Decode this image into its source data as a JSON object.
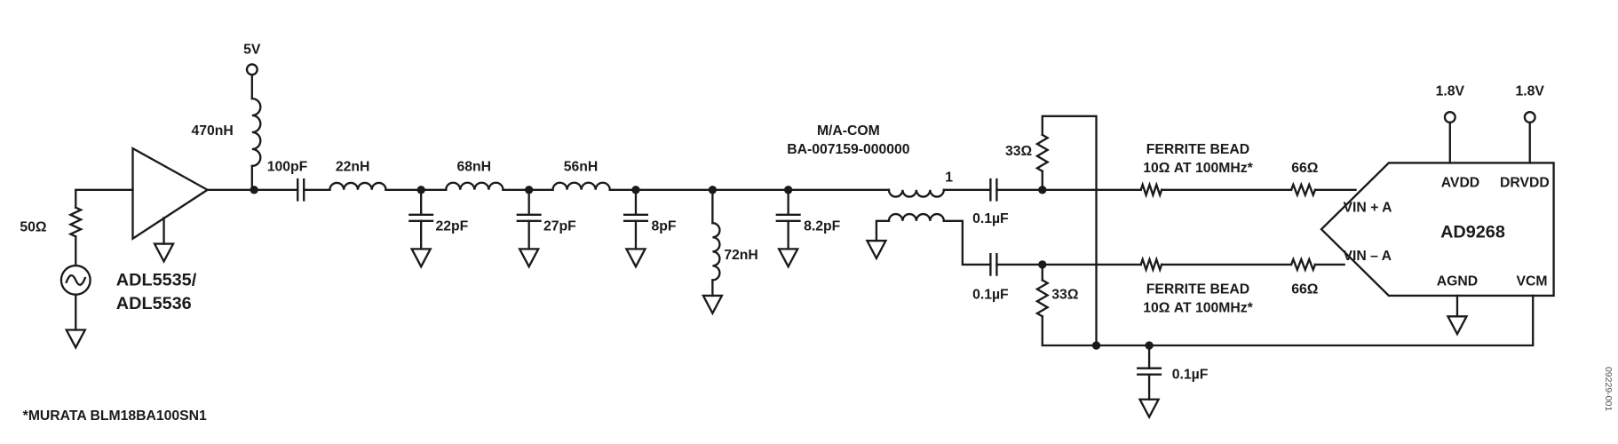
{
  "supply": {
    "v5": "5V",
    "avdd_supply": "1.8V",
    "drvdd_supply": "1.8V"
  },
  "amplifier": {
    "line1": "ADL5535/",
    "line2": "ADL5536"
  },
  "source": {
    "resistor": "50Ω"
  },
  "bias_inductor": "470nH",
  "filter": {
    "c_series": "100pF",
    "l1": "22nH",
    "l2": "68nH",
    "l3": "56nH",
    "c1": "22pF",
    "c2": "27pF",
    "c3": "8pF",
    "l_shunt": "72nH",
    "c4": "8.2pF"
  },
  "transformer": {
    "vendor": "M/A-COM",
    "part": "BA-007159-000000",
    "ratio": "1"
  },
  "coupling": {
    "c_top": "0.1µF",
    "c_bottom": "0.1µF"
  },
  "termination": {
    "r_top": "33Ω",
    "r_bottom": "33Ω"
  },
  "ferrite": {
    "top_line1": "FERRITE BEAD",
    "top_line2": "10Ω AT 100MHz*",
    "bottom_line1": "FERRITE BEAD",
    "bottom_line2": "10Ω AT 100MHz*"
  },
  "series_r": {
    "top": "66Ω",
    "bottom": "66Ω"
  },
  "adc": {
    "name": "AD9268",
    "pins": {
      "avdd": "AVDD",
      "drvdd": "DRVDD",
      "vin_p": "VIN + A",
      "vin_n": "VIN – A",
      "agnd": "AGND",
      "vcm": "VCM"
    }
  },
  "vcm_cap": "0.1µF",
  "footnote": "*MURATA BLM18BA100SN1",
  "figure_id": "09229-001"
}
